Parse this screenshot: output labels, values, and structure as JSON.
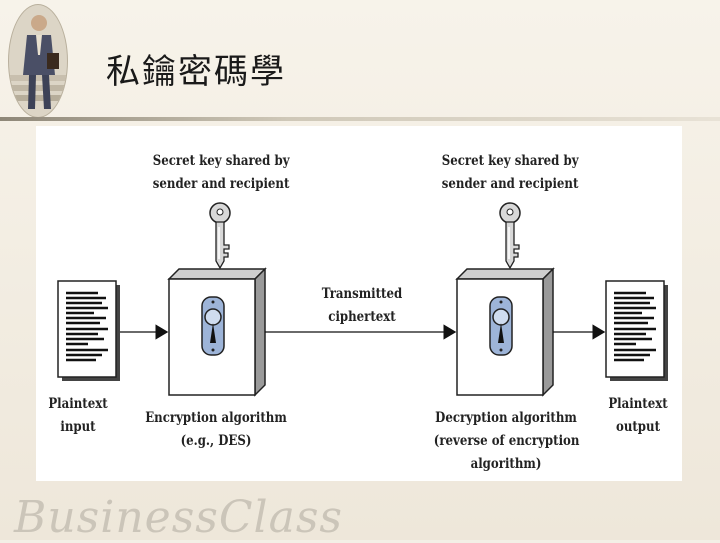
{
  "slide": {
    "title": "私鑰密碼學",
    "watermark": "BusinessClass"
  },
  "diagram": {
    "left_key_label": [
      "Secret key shared by",
      "sender and recipient"
    ],
    "right_key_label": [
      "Secret key shared by",
      "sender and recipient"
    ],
    "channel_label": [
      "Transmitted",
      "ciphertext"
    ],
    "plaintext_input_label": [
      "Plaintext",
      "input"
    ],
    "encryption_label": [
      "Encryption algorithm",
      "(e.g., DES)"
    ],
    "decryption_label": [
      "Decryption algorithm",
      "(reverse of encryption",
      "algorithm)"
    ],
    "plaintext_output_label": [
      "Plaintext",
      "output"
    ]
  },
  "colors": {
    "lock_blue": "#9db4d8",
    "title_rule": "#8e8778"
  }
}
